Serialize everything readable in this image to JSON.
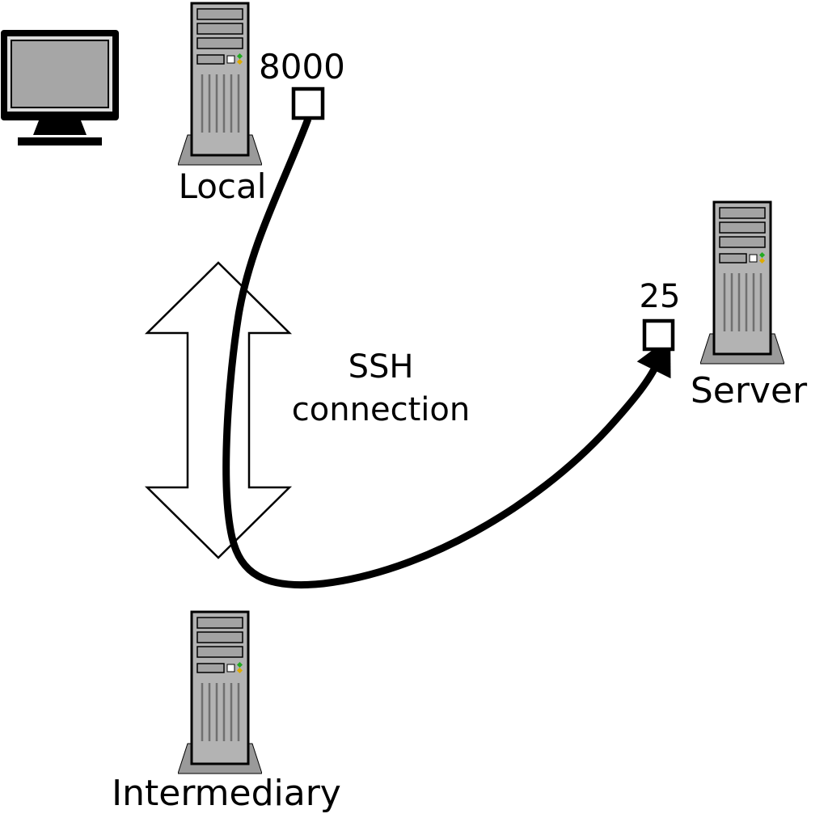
{
  "diagram": {
    "local": {
      "label": "Local",
      "port_label": "8000"
    },
    "intermediary": {
      "label": "Intermediary"
    },
    "server": {
      "label": "Server",
      "port_label": "25"
    },
    "ssh": {
      "line1": "SSH",
      "line2": "connection"
    },
    "colors": {
      "background": "#ffffff",
      "outline": "#000000",
      "cable": "#000000",
      "arrow_fill": "#ffffff",
      "tower_body": "#b3b3b3",
      "tower_bay": "#a3a3a3",
      "tower_base": "#9a9a9a",
      "screen": "#a6a6a6",
      "port_fill": "#ffffff",
      "led_green": "#22aa22",
      "led_yellow": "#ddaa00",
      "vent_line": "#707070"
    }
  }
}
